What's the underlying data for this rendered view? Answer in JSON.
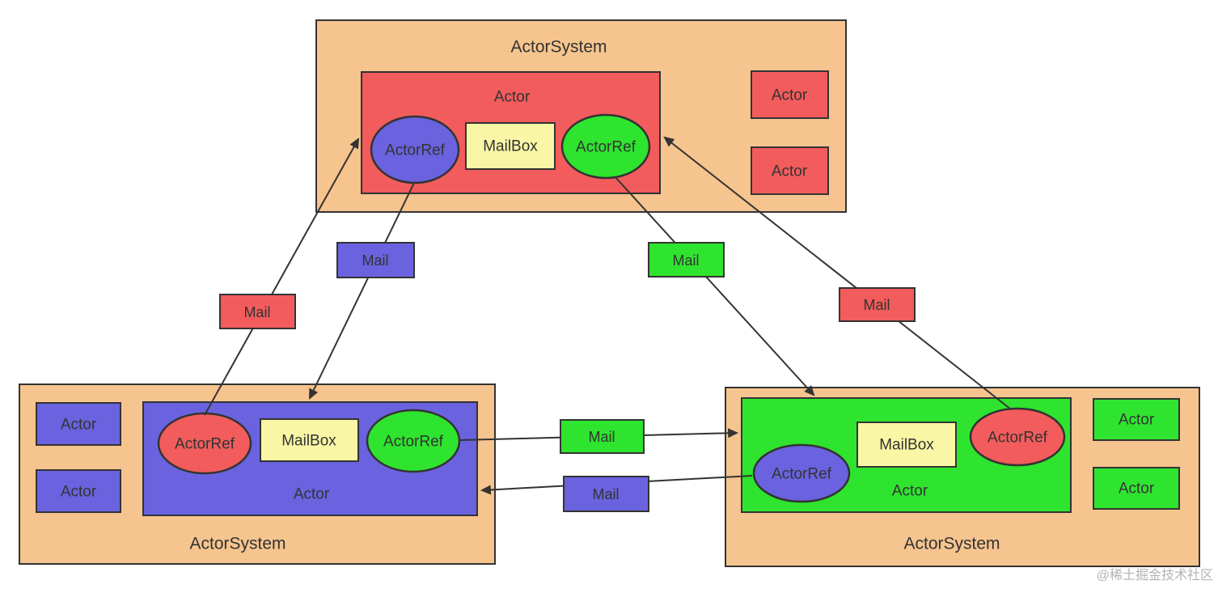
{
  "colors": {
    "orange": "#f6c48e",
    "red": "#f25c5c",
    "blue": "#6a62de",
    "green": "#2ee42e",
    "yellow": "#f9f7a5",
    "stroke": "#333333",
    "text": "#333333",
    "watermark": "#b3b3b3"
  },
  "systems": {
    "top": {
      "title": "ActorSystem",
      "main_actor": {
        "label": "Actor",
        "left_ref": "ActorRef",
        "mailbox": "MailBox",
        "right_ref": "ActorRef"
      },
      "small_actors": [
        "Actor",
        "Actor"
      ]
    },
    "bottom_left": {
      "title": "ActorSystem",
      "main_actor": {
        "label": "Actor",
        "left_ref": "ActorRef",
        "mailbox": "MailBox",
        "right_ref": "ActorRef"
      },
      "small_actors": [
        "Actor",
        "Actor"
      ]
    },
    "bottom_right": {
      "title": "ActorSystem",
      "main_actor": {
        "label": "Actor",
        "left_ref": "ActorRef",
        "mailbox": "MailBox",
        "right_ref": "ActorRef"
      },
      "small_actors": [
        "Actor",
        "Actor"
      ]
    }
  },
  "mails": {
    "bottom_left_to_top": "Mail",
    "top_to_bottom_left": "Mail",
    "top_to_bottom_right": "Mail",
    "bottom_right_to_top": "Mail",
    "bottom_left_to_bottom_right": "Mail",
    "bottom_right_to_bottom_left": "Mail"
  },
  "watermark": "@稀土掘金技术社区"
}
